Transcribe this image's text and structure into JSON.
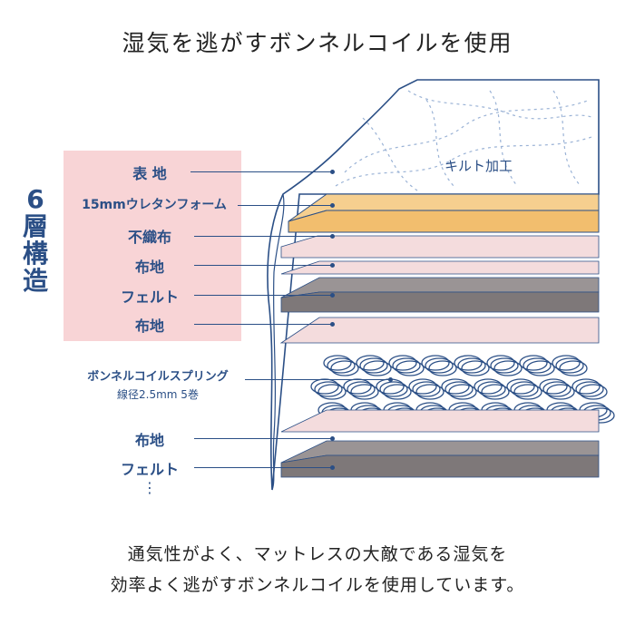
{
  "title": "湿気を逃がすボンネルコイルを使用",
  "structure_label": [
    "6",
    "層",
    "構",
    "造"
  ],
  "quilt_label": "キルト加工",
  "layers": [
    {
      "name": "表 地"
    },
    {
      "name": "15mmウレタンフォーム"
    },
    {
      "name": "不織布"
    },
    {
      "name": "布地"
    },
    {
      "name": "フェルト"
    },
    {
      "name": "布地"
    }
  ],
  "spring": {
    "name": "ボンネルコイルスプリング",
    "spec": "線径2.5mm 5巻"
  },
  "lower_layers": [
    {
      "name": "布地"
    },
    {
      "name": "フェルト"
    }
  ],
  "ellipsis": "⋮",
  "caption": [
    "通気性がよく、マットレスの大敵である湿気を",
    "効率よく逃がすボンネルコイルを使用しています。"
  ],
  "colors": {
    "navy": "#2b4f86",
    "pink_box": "#f8d4d6",
    "urethane": "#f6cf8f",
    "felt": "#8d8788",
    "fabric": "#f4dcdd"
  }
}
